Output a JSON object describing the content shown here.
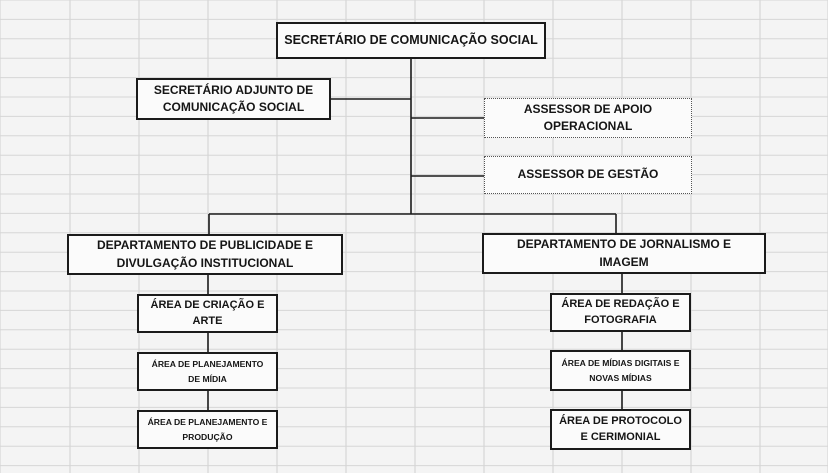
{
  "diagram": {
    "title_box": "SECRETÁRIO DE COMUNICAÇÃO SOCIAL",
    "adjunto": {
      "line1": "SECRETÁRIO ADJUNTO DE",
      "line2": "COMUNICAÇÃO SOCIAL"
    },
    "assessor_apoio": {
      "line1": "ASSESSOR DE APOIO",
      "line2": "OPERACIONAL"
    },
    "assessor_gestao": "ASSESSOR DE GESTÃO",
    "dept_publicidade": {
      "line1": "DEPARTAMENTO DE PUBLICIDADE E",
      "line2": "DIVULGAÇÃO INSTITUCIONAL"
    },
    "dept_jornalismo": {
      "line1": "DEPARTAMENTO DE JORNALISMO E",
      "line2": "IMAGEM"
    },
    "areas_left": [
      {
        "line1": "ÁREA DE CRIAÇÃO E",
        "line2": "ARTE"
      },
      {
        "line1": "ÁREA DE PLANEJAMENTO",
        "line2": "DE MÍDIA"
      },
      {
        "line1": "ÁREA DE PLANEJAMENTO E",
        "line2": "PRODUÇÃO"
      }
    ],
    "areas_right": [
      {
        "line1": "ÁREA DE REDAÇÃO E",
        "line2": "FOTOGRAFIA"
      },
      {
        "line1": "ÁREA DE MÍDIAS DIGITAIS E",
        "line2": "NOVAS MÍDIAS"
      },
      {
        "line1": "ÁREA DE  PROTOCOLO",
        "line2": "E CERIMONIAL"
      }
    ]
  }
}
